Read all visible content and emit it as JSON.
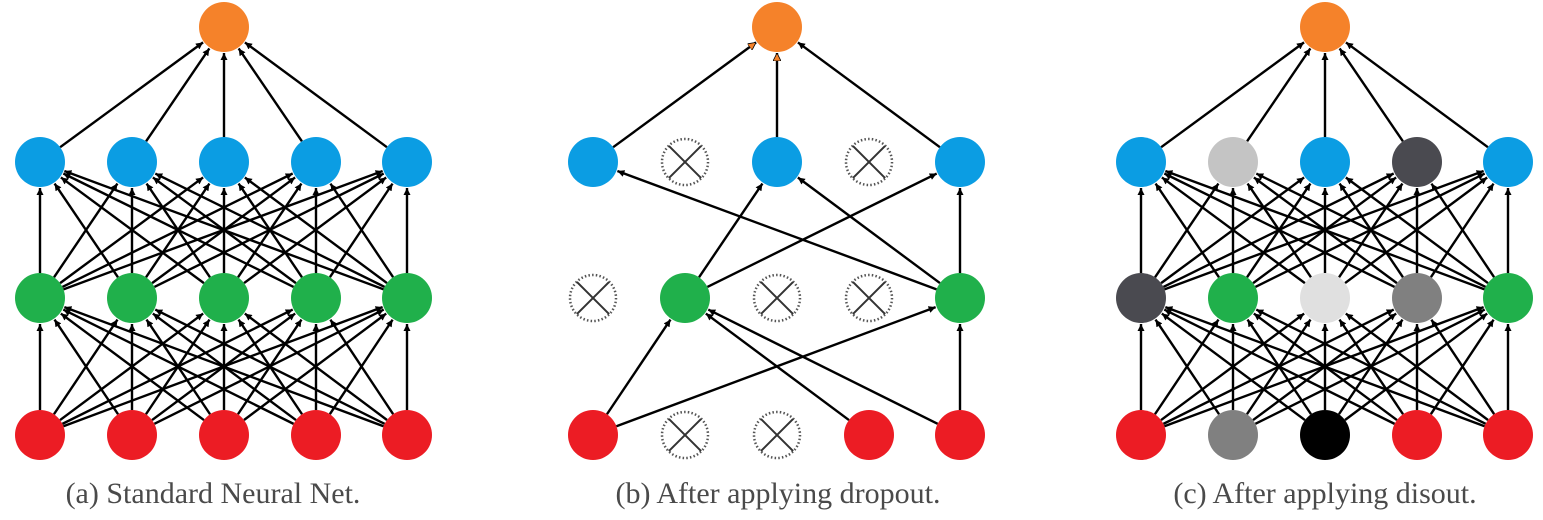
{
  "colors": {
    "output": "#f5822a",
    "hidden2": "#0b9de3",
    "hidden1": "#20b04b",
    "input": "#ec1c24",
    "edge": "#000000",
    "dropped_outline": "#555555"
  },
  "panels": [
    {
      "id": "a",
      "caption": "(a) Standard Neural Net.",
      "connectivity": "full",
      "layers": {
        "output": [
          "#f5822a"
        ],
        "hidden2": [
          "#0b9de3",
          "#0b9de3",
          "#0b9de3",
          "#0b9de3",
          "#0b9de3"
        ],
        "hidden1": [
          "#20b04b",
          "#20b04b",
          "#20b04b",
          "#20b04b",
          "#20b04b"
        ],
        "input": [
          "#ec1c24",
          "#ec1c24",
          "#ec1c24",
          "#ec1c24",
          "#ec1c24"
        ]
      }
    },
    {
      "id": "b",
      "caption": "(b) After applying dropout.",
      "connectivity": "dropout",
      "layers": {
        "output": [
          "#f5822a"
        ],
        "hidden2": [
          "#0b9de3",
          "dropped",
          "#0b9de3",
          "dropped",
          "#0b9de3"
        ],
        "hidden1": [
          "dropped",
          "#20b04b",
          "dropped",
          "dropped",
          "#20b04b"
        ],
        "input": [
          "#ec1c24",
          "dropped",
          "dropped",
          "#ec1c24",
          "#ec1c24"
        ]
      }
    },
    {
      "id": "c",
      "caption": "(c) After applying disout.",
      "connectivity": "full",
      "layers": {
        "output": [
          "#f5822a"
        ],
        "hidden2": [
          "#0b9de3",
          "#c4c4c4",
          "#0b9de3",
          "#4a4a50",
          "#0b9de3"
        ],
        "hidden1": [
          "#4a4a50",
          "#20b04b",
          "#e0e0e0",
          "#808080",
          "#20b04b"
        ],
        "input": [
          "#ec1c24",
          "#808080",
          "#000000",
          "#ec1c24",
          "#ec1c24"
        ]
      }
    }
  ]
}
